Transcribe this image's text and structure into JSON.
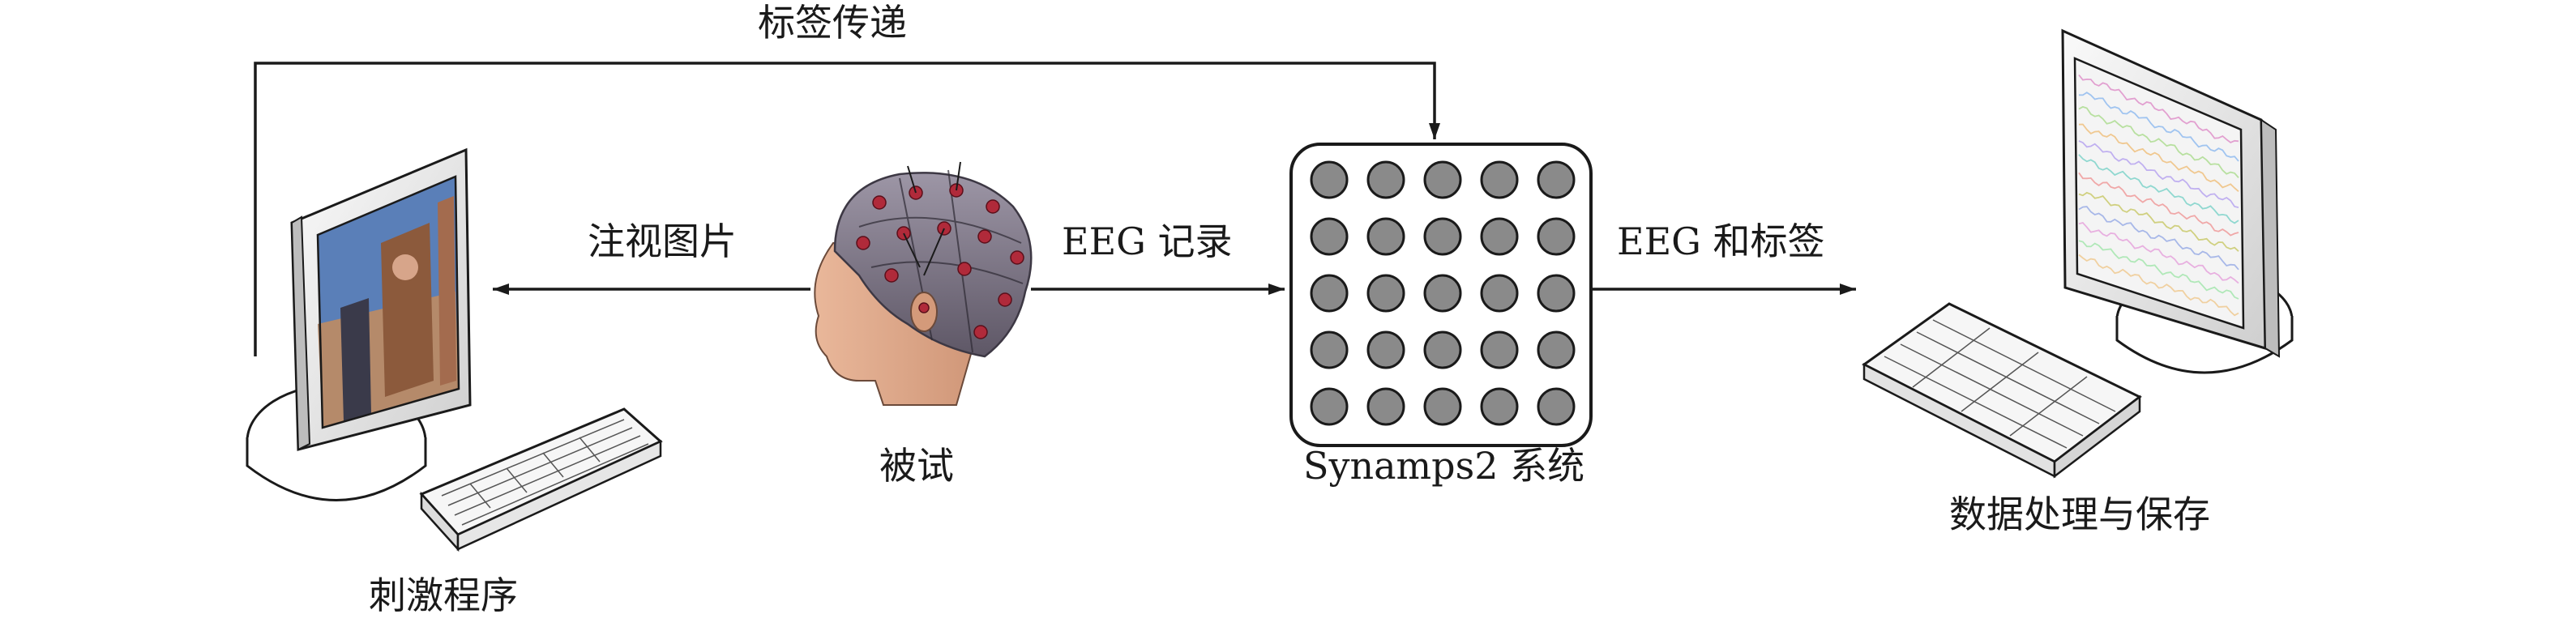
{
  "labels": {
    "label_transfer": "标签传递",
    "watch_image": "注视图片",
    "eeg_record": "EEG 记录",
    "eeg_and_label": "EEG 和标签",
    "subject": "被试",
    "system": "Synamps2 系统",
    "stimulus_program": "刺激程序",
    "data_processing": "数据处理与保存"
  },
  "colors": {
    "line": "#1a1a1a",
    "electrode": "#8a8a8a",
    "screen_bg": "#f4f4f4",
    "photo_sky": "#5a7fb8"
  },
  "icons": {
    "left_monitor": "monitor-photo-icon",
    "right_monitor": "monitor-eeg-icon",
    "keyboard": "keyboard-icon",
    "head": "eeg-cap-head-icon",
    "amplifier": "electrode-grid-icon"
  }
}
